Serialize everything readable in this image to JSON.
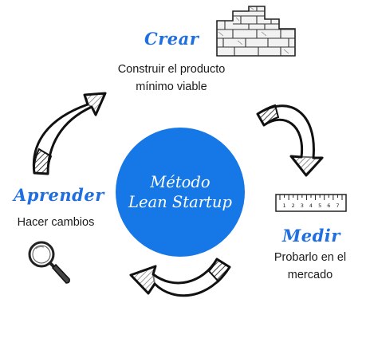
{
  "center": {
    "line1": "Método",
    "line2": "Lean Startup",
    "color": "#1677e6"
  },
  "stages": {
    "crear": {
      "title": "Crear",
      "desc_line1": "Construir el producto",
      "desc_line2": "mínimo viable"
    },
    "medir": {
      "title": "Medir",
      "desc_line1": "Probarlo en el",
      "desc_line2": "mercado"
    },
    "aprender": {
      "title": "Aprender",
      "desc_line1": "Hacer cambios"
    }
  },
  "colors": {
    "stage_title": "#1f6fe0",
    "arrow_stroke": "#111111",
    "arrow_fill": "#ffffff"
  },
  "icons": {
    "crear": "brick-wall-icon",
    "medir": "ruler-icon",
    "aprender": "magnifying-glass-icon"
  },
  "ruler": {
    "ticks": [
      "1",
      "2",
      "3",
      "4",
      "5",
      "6",
      "7"
    ]
  }
}
